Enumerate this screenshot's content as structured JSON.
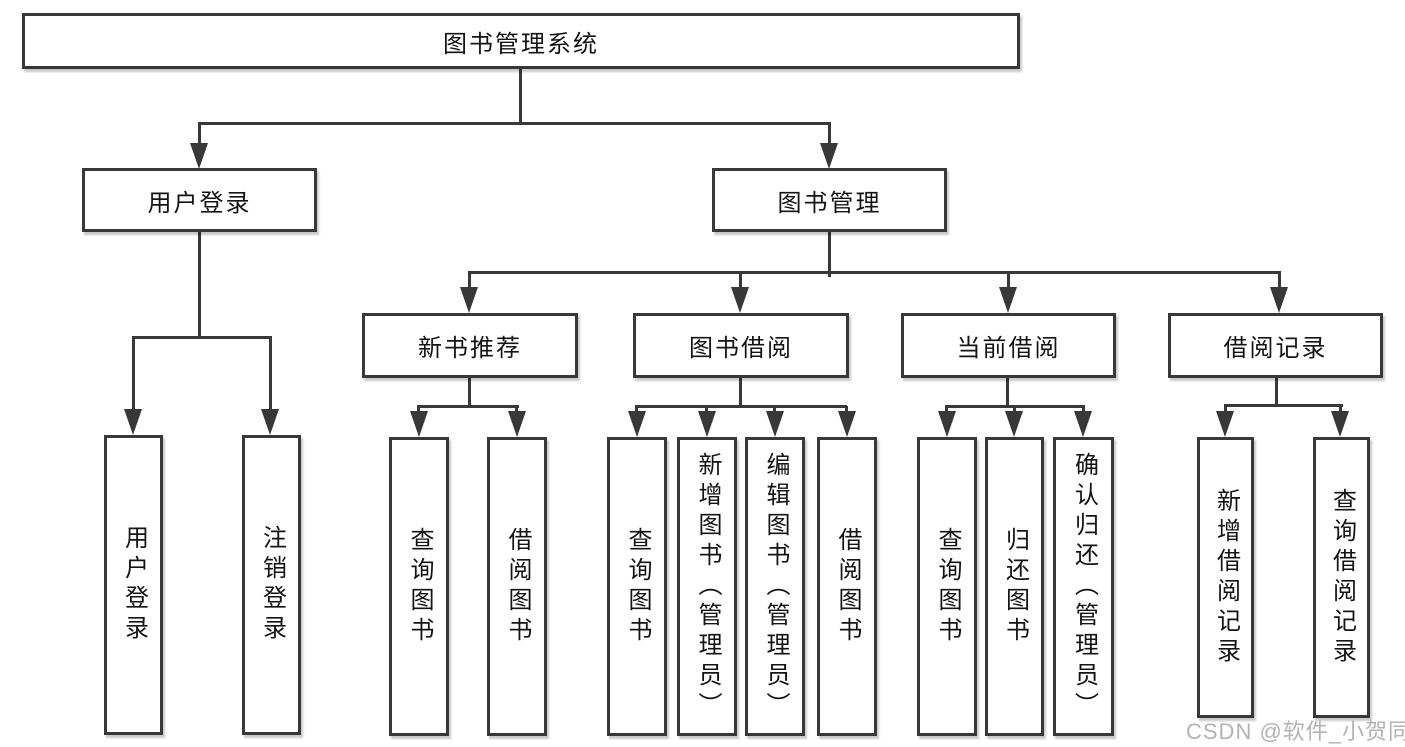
{
  "hierarchy": {
    "label": "图书管理系统",
    "children": [
      {
        "label": "用户登录",
        "children": [
          {
            "label": "用户登录"
          },
          {
            "label": "注销登录"
          }
        ]
      },
      {
        "label": "图书管理",
        "children": [
          {
            "label": "新书推荐",
            "children": [
              {
                "label": "查询图书"
              },
              {
                "label": "借阅图书"
              }
            ]
          },
          {
            "label": "图书借阅",
            "children": [
              {
                "label": "查询图书"
              },
              {
                "label": "新增图书（管理员）"
              },
              {
                "label": "编辑图书（管理员）"
              },
              {
                "label": "借阅图书"
              }
            ]
          },
          {
            "label": "当前借阅",
            "children": [
              {
                "label": "查询图书"
              },
              {
                "label": "归还图书"
              },
              {
                "label": "确认归还（管理员）"
              }
            ]
          },
          {
            "label": "借阅记录",
            "children": [
              {
                "label": "新增借阅记录"
              },
              {
                "label": "查询借阅记录"
              }
            ]
          }
        ]
      }
    ]
  },
  "watermark": {
    "text": "CSDN @软件_小贺同学"
  },
  "colors": {
    "background": "#ffffff",
    "line": "#383838",
    "box_border": "#383838",
    "text": "#141414",
    "watermark": "#b3b3b3"
  }
}
